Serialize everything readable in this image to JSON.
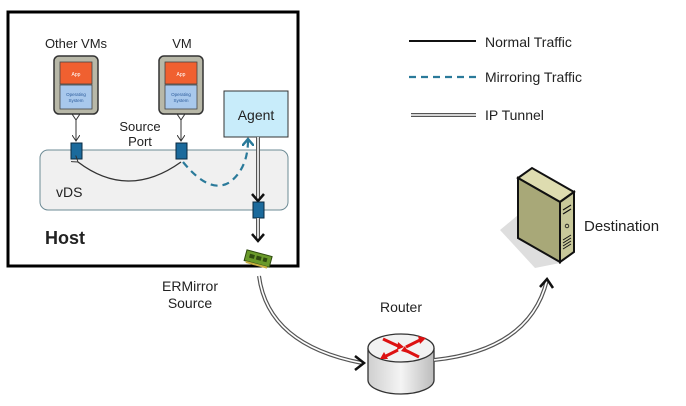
{
  "host": {
    "label": "Host",
    "vds_label": "vDS",
    "other_vms": {
      "label": "Other VMs",
      "app": "App",
      "os_line1": "Operating",
      "os_line2": "System"
    },
    "vm": {
      "label": "VM",
      "app": "App",
      "os_line1": "Operating",
      "os_line2": "System"
    },
    "source_port_line1": "Source",
    "source_port_line2": "Port",
    "agent_label": "Agent"
  },
  "ermirror_line1": "ERMirror",
  "ermirror_line2": "Source",
  "router_label": "Router",
  "destination_label": "Destination",
  "legend": [
    {
      "label": "Normal Traffic",
      "style": "solid"
    },
    {
      "label": "Mirroring Traffic",
      "style": "dashed"
    },
    {
      "label": "IP Tunnel",
      "style": "double"
    }
  ],
  "colors": {
    "app": "#f06030",
    "os": "#a8c8ec",
    "agent": "#c8ecfa",
    "port": "#1b6a9c",
    "mirror": "#2a7a9a",
    "router_arrow": "#dd1111",
    "server": "#c8c89a"
  }
}
